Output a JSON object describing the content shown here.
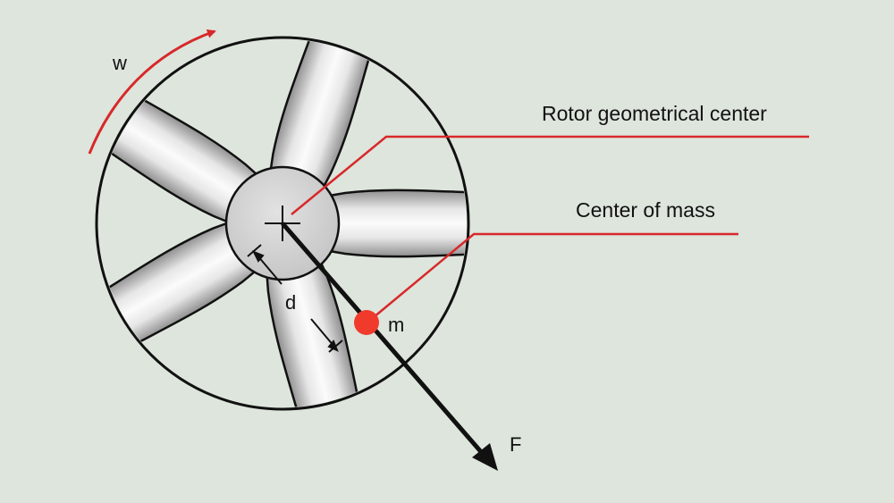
{
  "labels": {
    "rotation": "w",
    "geometrical_center": "Rotor geometrical center",
    "center_of_mass": "Center of mass",
    "distance": "d",
    "mass": "m",
    "force": "F"
  },
  "colors": {
    "background": "#dde5dc",
    "outline": "#111111",
    "leader": "#d8282a",
    "mass_dot": "#f03a2c",
    "blade_light": "#f5f5f5",
    "blade_dark": "#8e8e8e",
    "hub": "#cfcfcf"
  }
}
